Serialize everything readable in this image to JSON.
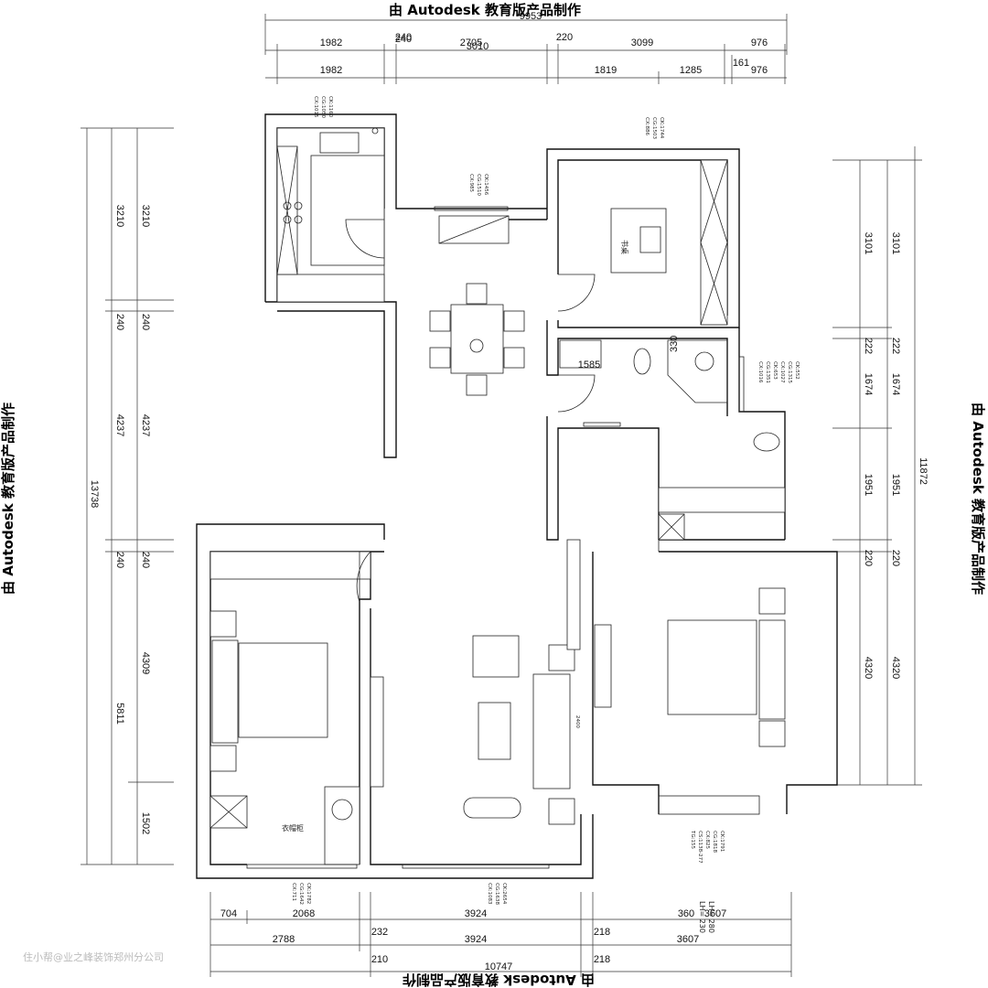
{
  "watermark": {
    "top": "由 Autodesk 教育版产品制作",
    "left": "由 Autodesk 教育版产品制作",
    "right": "由 Autodesk 教育版产品制作",
    "bottom": "由 Autodesk 教育版产品制作"
  },
  "credit": "住小帮@业之峰装饰郑州分公司",
  "dimensions": {
    "top_total": "9953",
    "top_row1": [
      "1982",
      "240",
      "2705",
      "220",
      "3099",
      "976"
    ],
    "top_row1_extra": "3010",
    "top_row2": [
      "1982",
      "240",
      "1819",
      "1285",
      "161",
      "976"
    ],
    "left_outer": [
      "3210",
      "240",
      "4237",
      "240",
      "5811",
      "1502"
    ],
    "left_total": "13738",
    "left_inner": [
      "3210",
      "240",
      "4237",
      "240",
      "4309"
    ],
    "right_outer": [
      "3101",
      "222",
      "1674",
      "1951",
      "220",
      "4320"
    ],
    "right_total": "11872",
    "right_inner": [
      "3101",
      "222",
      "1674",
      "1951",
      "220",
      "4320"
    ],
    "bottom_row1": [
      "704",
      "2068",
      "3924",
      "3607"
    ],
    "bottom_row1_extra": "360",
    "bottom_row2": [
      "2788",
      "232",
      "3924",
      "218",
      "3607"
    ],
    "bottom_row3": [
      "210",
      "10747",
      "218"
    ]
  },
  "annotations": {
    "a1": "330",
    "a2": "1585",
    "a3": "2400",
    "a4": "LH= 280",
    "a5": "LH= 230"
  },
  "labels": {
    "desk": "书桌",
    "closet": "衣帽柜",
    "kitchen_window": [
      "CK:1160",
      "CG:1050",
      "CX:1015"
    ],
    "dining_window": [
      "CK:1456",
      "CG:1510",
      "CX:985"
    ],
    "study_window": [
      "CK:1744",
      "CG:1503",
      "CX:886"
    ],
    "bath_window": [
      "CK:552",
      "CG:1315",
      "CX:1027",
      "CK:653",
      "CG:1351",
      "CX:1016"
    ],
    "bed1_window": [
      "CK:1782",
      "CG:1642",
      "CX:711"
    ],
    "living_window": [
      "CK:2654",
      "CG:1638",
      "CX:1083"
    ],
    "bed2_window": [
      "CK:1791",
      "CG:1818",
      "CX:825",
      "CS:1138-277",
      "TG:155"
    ]
  }
}
